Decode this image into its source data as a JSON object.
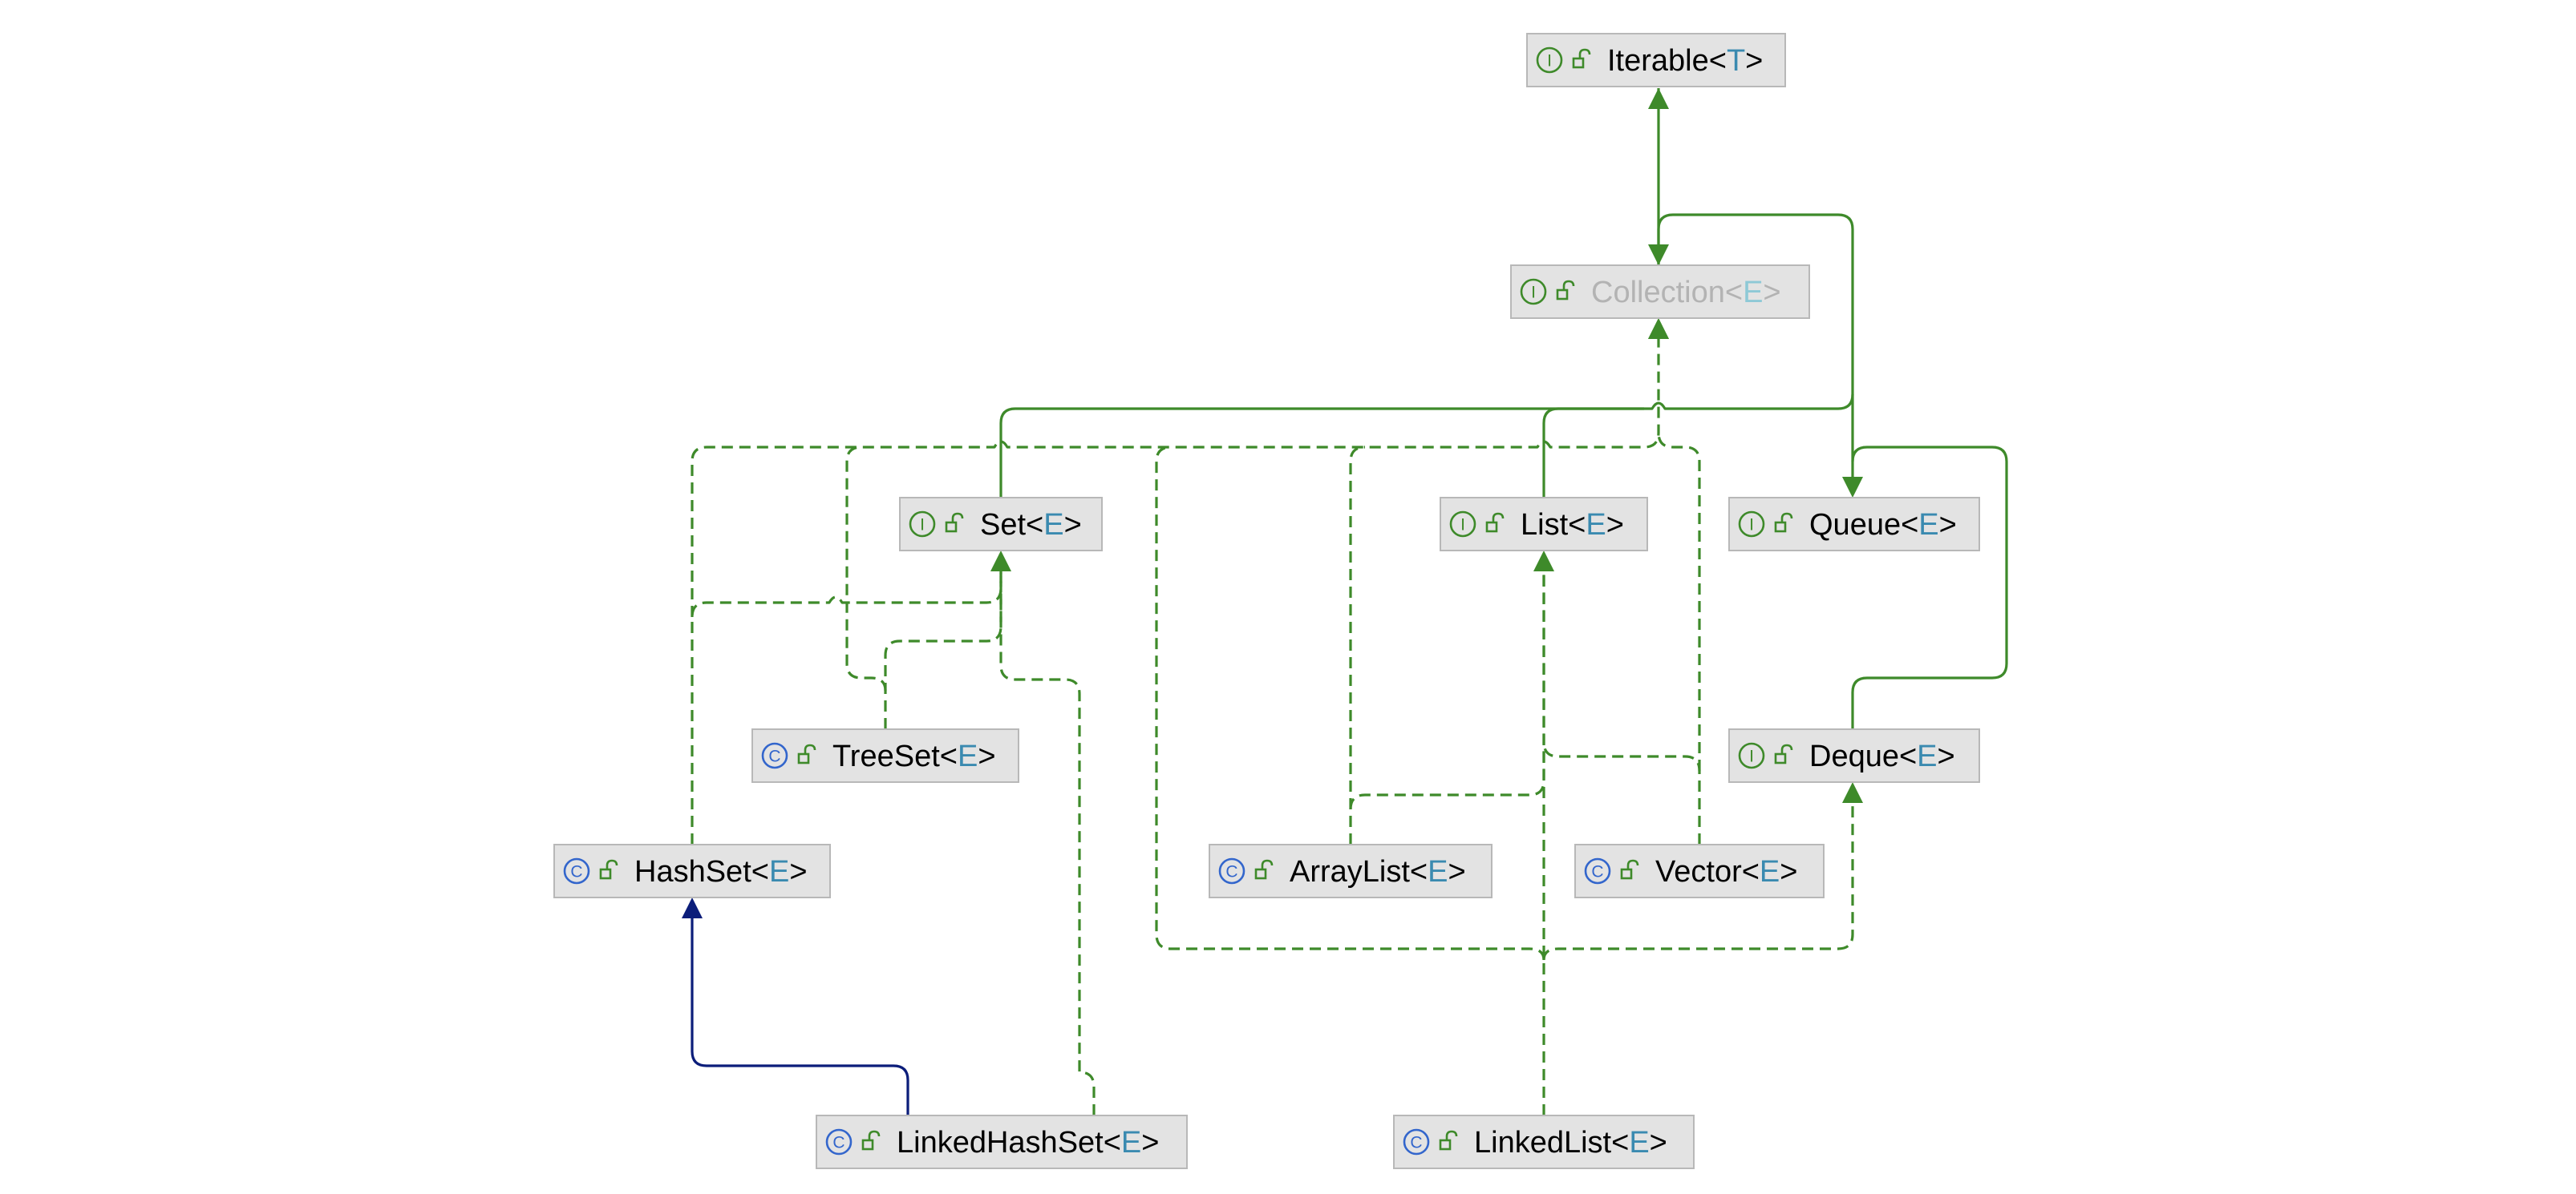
{
  "colors": {
    "interface_icon": "#3e8a2a",
    "class_icon": "#3366cc",
    "extends_edge": "#3e8a2a",
    "implements_edge": "#3e8a2a",
    "class_extends_edge": "#0b1d7a",
    "node_fill": "#e3e3e3",
    "type_param": "#3a8ab0"
  },
  "nodes": [
    {
      "id": "iterable",
      "kind": "interface",
      "name": "Iterable",
      "type_param": "T",
      "abstract": false
    },
    {
      "id": "collection",
      "kind": "interface",
      "name": "Collection",
      "type_param": "E",
      "abstract": true
    },
    {
      "id": "set",
      "kind": "interface",
      "name": "Set",
      "type_param": "E",
      "abstract": false
    },
    {
      "id": "list",
      "kind": "interface",
      "name": "List",
      "type_param": "E",
      "abstract": false
    },
    {
      "id": "queue",
      "kind": "interface",
      "name": "Queue",
      "type_param": "E",
      "abstract": false
    },
    {
      "id": "treeset",
      "kind": "class",
      "name": "TreeSet",
      "type_param": "E",
      "abstract": false
    },
    {
      "id": "deque",
      "kind": "interface",
      "name": "Deque",
      "type_param": "E",
      "abstract": false
    },
    {
      "id": "hashset",
      "kind": "class",
      "name": "HashSet",
      "type_param": "E",
      "abstract": false
    },
    {
      "id": "arraylist",
      "kind": "class",
      "name": "ArrayList",
      "type_param": "E",
      "abstract": false
    },
    {
      "id": "vector",
      "kind": "class",
      "name": "Vector",
      "type_param": "E",
      "abstract": false
    },
    {
      "id": "linkedhashset",
      "kind": "class",
      "name": "LinkedHashSet",
      "type_param": "E",
      "abstract": false
    },
    {
      "id": "linkedlist",
      "kind": "class",
      "name": "LinkedList",
      "type_param": "E",
      "abstract": false
    }
  ],
  "edges": [
    {
      "from": "collection",
      "to": "iterable",
      "type": "extends"
    },
    {
      "from": "set",
      "to": "collection",
      "type": "extends"
    },
    {
      "from": "list",
      "to": "collection",
      "type": "extends"
    },
    {
      "from": "queue",
      "to": "collection",
      "type": "extends"
    },
    {
      "from": "deque",
      "to": "queue",
      "type": "extends"
    },
    {
      "from": "hashset",
      "to": "set",
      "type": "implements"
    },
    {
      "from": "hashset",
      "to": "collection",
      "type": "implements"
    },
    {
      "from": "treeset",
      "to": "set",
      "type": "implements"
    },
    {
      "from": "treeset",
      "to": "collection",
      "type": "implements"
    },
    {
      "from": "arraylist",
      "to": "list",
      "type": "implements"
    },
    {
      "from": "arraylist",
      "to": "collection",
      "type": "implements"
    },
    {
      "from": "vector",
      "to": "list",
      "type": "implements"
    },
    {
      "from": "vector",
      "to": "collection",
      "type": "implements"
    },
    {
      "from": "linkedhashset",
      "to": "set",
      "type": "implements"
    },
    {
      "from": "linkedhashset",
      "to": "hashset",
      "type": "class-extends"
    },
    {
      "from": "linkedlist",
      "to": "list",
      "type": "implements"
    },
    {
      "from": "linkedlist",
      "to": "deque",
      "type": "implements"
    },
    {
      "from": "linkedlist",
      "to": "collection",
      "type": "implements"
    }
  ]
}
